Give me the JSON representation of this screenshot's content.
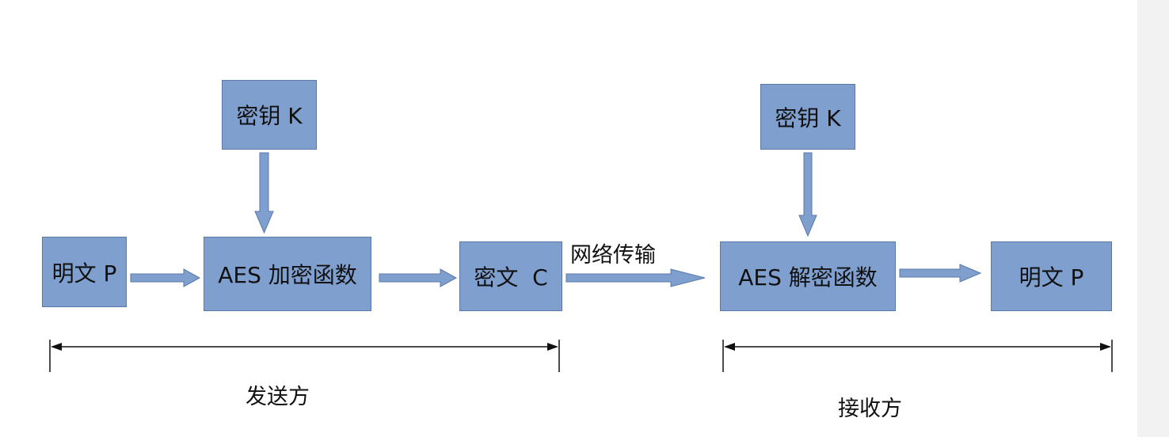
{
  "sender": {
    "key_box": "密钥 K",
    "plaintext_box": "明文 P",
    "encrypt_box": "AES 加密函数",
    "ciphertext_box": "密文  C",
    "side_label": "发送方"
  },
  "transmission_label": "网络传输",
  "receiver": {
    "key_box": "密钥 K",
    "decrypt_box": "AES 解密函数",
    "plaintext_box": "明文 P",
    "side_label": "接收方"
  },
  "colors": {
    "box_fill": "#7f9fcf",
    "box_border": "#5878a8",
    "arrow_fill": "#7f9fcf",
    "line": "#111111"
  }
}
